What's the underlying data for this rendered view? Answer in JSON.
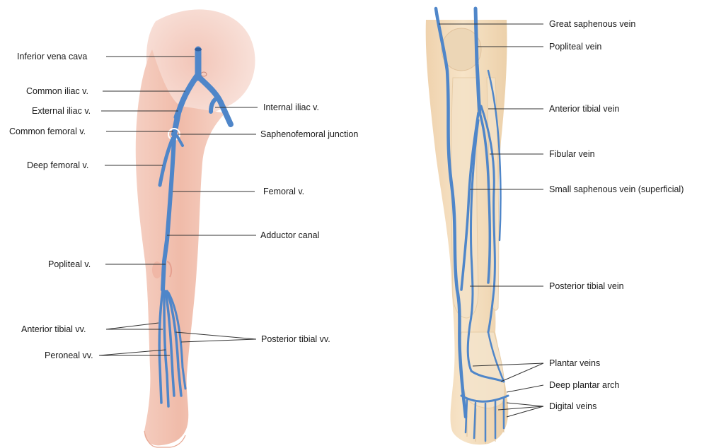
{
  "colors": {
    "vein": "#4f86c9",
    "vein_dark": "#2f5f9e",
    "skin_left": "#f2c2b3",
    "skin_left_light": "#f8dcd2",
    "pelvis_area": "#f3cdc2",
    "skin_right": "#f1dcc0",
    "bone_right": "#e6cfae",
    "leader_line": "#333333",
    "text": "#1a1a1a"
  },
  "left_panel": {
    "labels": {
      "inferior_vena_cava": "Inferior vena cava",
      "common_iliac": "Common iliac v.",
      "external_iliac": "External iliac v.",
      "common_femoral": "Common femoral v.",
      "deep_femoral": "Deep femoral v.",
      "popliteal": "Popliteal v.",
      "anterior_tibial": "Anterior tibial vv.",
      "peroneal": "Peroneal vv.",
      "internal_iliac": "Internal iliac v.",
      "saphenofemoral_junction": "Saphenofemoral junction",
      "femoral": "Femoral v.",
      "adductor_canal": "Adductor canal",
      "posterior_tibial": "Posterior tibial vv."
    }
  },
  "right_panel": {
    "labels": {
      "great_saphenous": "Great saphenous vein",
      "popliteal_vein": "Popliteal vein",
      "anterior_tibial_vein": "Anterior tibial vein",
      "fibular_vein": "Fibular vein",
      "small_saphenous": "Small saphenous vein (superficial)",
      "posterior_tibial_vein": "Posterior tibial vein",
      "plantar_veins": "Plantar veins",
      "deep_plantar_arch": "Deep plantar arch",
      "digital_veins": "Digital veins"
    }
  }
}
